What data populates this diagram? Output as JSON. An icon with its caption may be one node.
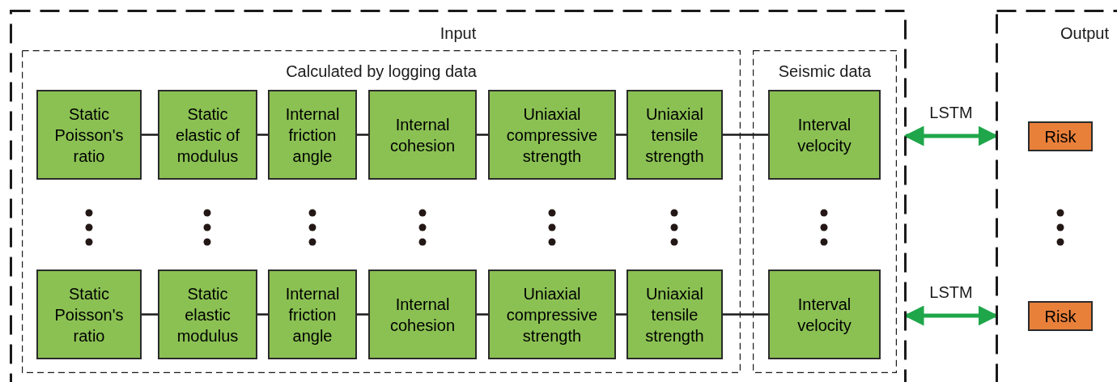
{
  "diagram": {
    "nodes": [
      {
        "text": [
          "Input"
        ]
      },
      {
        "text": [
          "Calculated by logging data"
        ],
        "in": 0
      },
      {
        "text": [
          "Seismic data"
        ],
        "in": 0
      },
      {
        "text": [
          "Static Poisson's ratio"
        ],
        "in": 1
      },
      {
        "text": [
          "Static elastic of modulus"
        ],
        "in": 1
      },
      {
        "text": [
          "Internal friction angle"
        ],
        "in": 1
      },
      {
        "text": [
          "Internal cohesion"
        ],
        "in": 1
      },
      {
        "text": [
          "Uniaxial compressive strength"
        ],
        "in": 1
      },
      {
        "text": [
          "Uniaxial tensile strength"
        ],
        "in": 1
      },
      {
        "text": [
          "Interval velocity"
        ],
        "in": 2
      },
      {
        "text": [
          "Static Poisson's ratio"
        ],
        "in": 1
      },
      {
        "text": [
          "Static elastic modulus"
        ],
        "in": 1
      },
      {
        "text": [
          "Internal friction angle"
        ],
        "in": 1
      },
      {
        "text": [
          "Internal cohesion"
        ],
        "in": 1
      },
      {
        "text": [
          "Uniaxial compressive strength"
        ],
        "in": 1
      },
      {
        "text": [
          "Uniaxial tensile strength"
        ],
        "in": 1
      },
      {
        "text": [
          "Interval velocity"
        ],
        "in": 2
      },
      {
        "text": [
          "Output"
        ]
      },
      {
        "text": [
          "Risk"
        ],
        "in": 17
      },
      {
        "text": [
          "Risk"
        ],
        "in": 17
      }
    ],
    "edges": [
      {
        "from": 3,
        "to": 4,
        "arrow": "none"
      },
      {
        "from": 4,
        "to": 5,
        "arrow": "none"
      },
      {
        "from": 5,
        "to": 6,
        "arrow": "none"
      },
      {
        "from": 6,
        "to": 7,
        "arrow": "none"
      },
      {
        "from": 7,
        "to": 8,
        "arrow": "none"
      },
      {
        "from": 8,
        "to": 9,
        "arrow": "none"
      },
      {
        "from": 0,
        "to": 17,
        "arrow": "both",
        "label": "LSTM",
        "style": "thick",
        "color": "#1fa64a"
      },
      {
        "from": 10,
        "to": 11,
        "arrow": "none"
      },
      {
        "from": 11,
        "to": 12,
        "arrow": "none"
      },
      {
        "from": 12,
        "to": 13,
        "arrow": "none"
      },
      {
        "from": 13,
        "to": 14,
        "arrow": "none"
      },
      {
        "from": 14,
        "to": 15,
        "arrow": "none"
      },
      {
        "from": 15,
        "to": 16,
        "arrow": "none"
      },
      {
        "from": 0,
        "to": 17,
        "arrow": "both",
        "label": "LSTM",
        "style": "thick",
        "color": "#1fa64a"
      }
    ]
  }
}
